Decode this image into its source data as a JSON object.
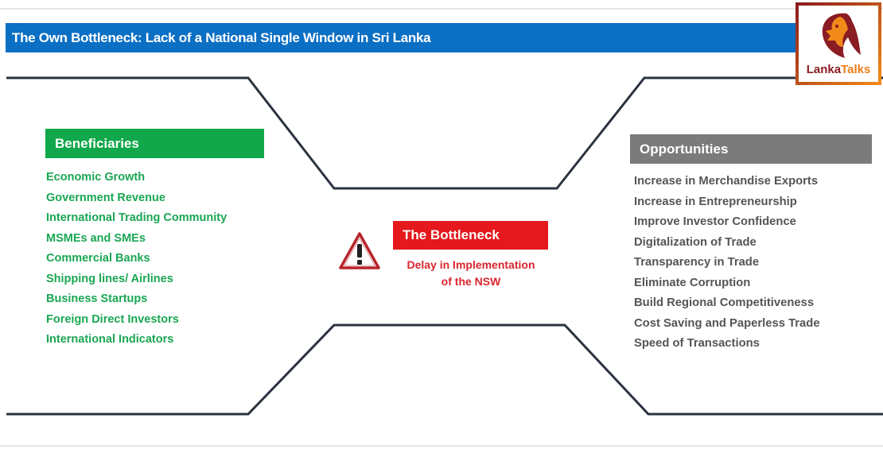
{
  "title": "The Own Bottleneck: Lack of a National Single Window in Sri Lanka",
  "logo": {
    "text_part1": "Lanka",
    "text_part2": "Talks",
    "icon": "lion-head-icon"
  },
  "beneficiaries": {
    "header": "Beneficiaries",
    "color": "#10a84a",
    "items": [
      "Economic Growth",
      "Government Revenue",
      "International Trading Community",
      "MSMEs and SMEs",
      "Commercial Banks",
      "Shipping lines/ Airlines",
      "Business Startups",
      "Foreign Direct Investors",
      "International Indicators"
    ]
  },
  "bottleneck": {
    "header": "The Bottleneck",
    "description_line1": "Delay in Implementation",
    "description_line2": "of the NSW",
    "icon": "warning-icon",
    "color": "#e4181d"
  },
  "opportunities": {
    "header": "Opportunities",
    "color": "#7b7b7b",
    "items": [
      "Increase in Merchandise Exports",
      "Increase in Entrepreneurship",
      "Improve Investor Confidence",
      "Digitalization of Trade",
      "Transparency in Trade",
      "Eliminate Corruption",
      "Build Regional Competitiveness",
      "Cost Saving and Paperless Trade",
      "Speed of Transactions"
    ]
  },
  "colors": {
    "title_bar": "#0b6fc4",
    "outline": "#2b3340"
  }
}
